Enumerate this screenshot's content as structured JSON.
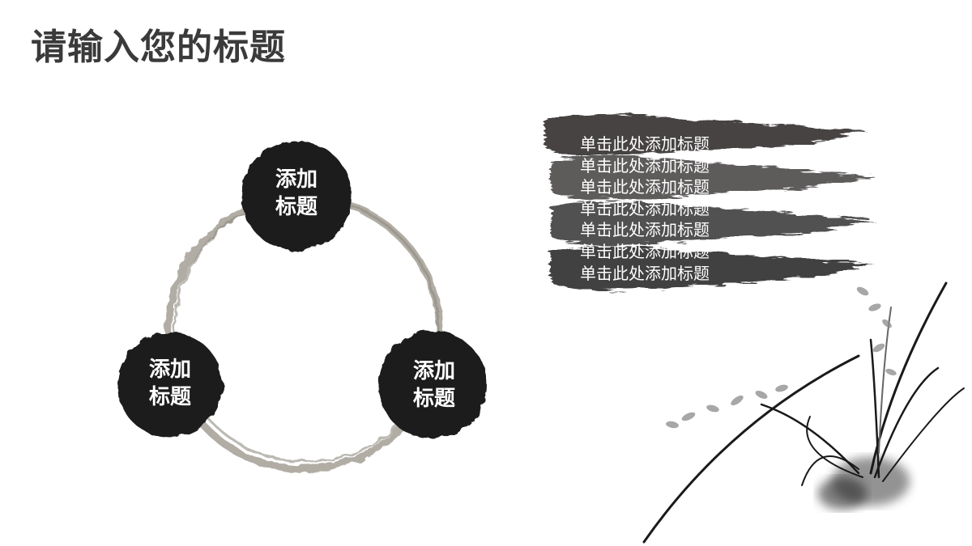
{
  "page": {
    "title": "请输入您的标题"
  },
  "cycle": {
    "nodes": [
      {
        "line1": "添加",
        "line2": "标题"
      },
      {
        "line1": "添加",
        "line2": "标题"
      },
      {
        "line1": "添加",
        "line2": "标题"
      }
    ]
  },
  "brush_list": {
    "items": [
      "单击此处添加标题",
      "单击此处添加标题",
      "单击此处添加标题",
      "单击此处添加标题",
      "单击此处添加标题",
      "单击此处添加标题",
      "单击此处添加标题"
    ]
  },
  "colors": {
    "ink": "#1f1c1c",
    "ring": "#a39f95",
    "title": "#3a3a3a"
  }
}
